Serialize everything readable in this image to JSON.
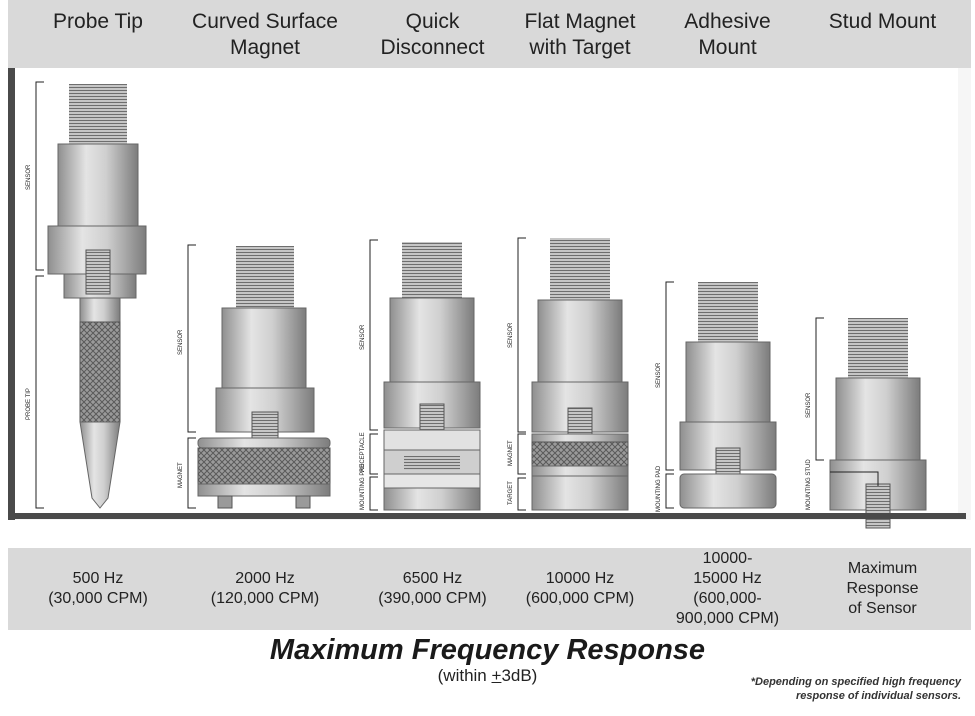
{
  "mounts": [
    {
      "name": "Probe Tip",
      "response": "500 Hz\n(30,000 CPM)"
    },
    {
      "name": "Curved Surface\nMagnet",
      "response": "2000 Hz\n(120,000 CPM)"
    },
    {
      "name": "Quick\nDisconnect",
      "response": "6500 Hz\n(390,000 CPM)"
    },
    {
      "name": "Flat Magnet\nwith Target",
      "response": "10000 Hz\n(600,000 CPM)"
    },
    {
      "name": "Adhesive\nMount",
      "response": "10000-\n15000 Hz\n(600,000-\n900,000 CPM)"
    },
    {
      "name": "Stud\nMount",
      "response": "Maximum\nResponse\nof Sensor"
    }
  ],
  "part_labels": {
    "sensor": "SENSOR",
    "probe_tip": "PROBE TIP",
    "magnet": "MAGNET",
    "receptacle": "RECEPTACLE",
    "mounting_pad": "MOUNTING PAD",
    "target": "TARGET",
    "mounting_stud": "MOUNTING STUD"
  },
  "footer": {
    "title": "Maximum Frequency Response",
    "subtitle_prefix": "(within ",
    "subtitle_tolerance": "+",
    "subtitle_suffix": "3dB)",
    "note": "*Depending on specified high frequency response of individual sensors."
  },
  "colors": {
    "band": "#d9d9d9",
    "frame": "#4a4a4a",
    "metal_light": "#d0d0d0",
    "metal_dark": "#8a8a8a"
  }
}
